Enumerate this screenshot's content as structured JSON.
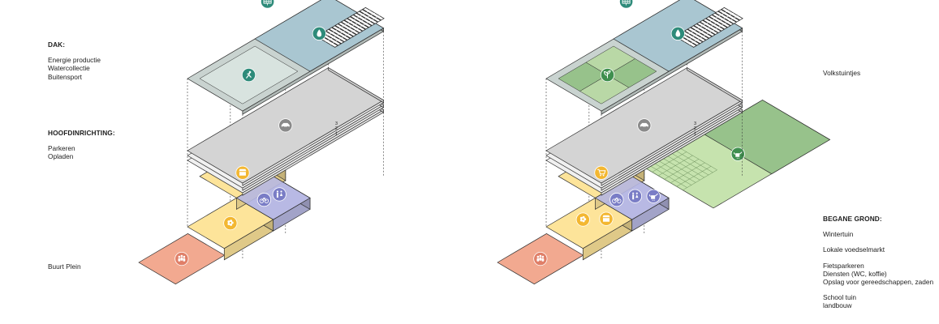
{
  "left_labels": {
    "dak": {
      "heading": "DAK:",
      "lines": [
        "Energie productie",
        "Watercollectie",
        "Buitensport"
      ]
    },
    "hoofdinrichting": {
      "heading": "HOOFDINRICHTING:",
      "lines": [
        "Parkeren",
        "Opladen"
      ]
    },
    "buurt_plein": "Buurt Plein"
  },
  "right_labels": {
    "volkstuintjes": "Volkstuintjes",
    "begane_grond": {
      "heading": "BEGANE GROND:",
      "groups": [
        [
          "Wintertuin"
        ],
        [
          "Lokale voedselmarkt"
        ],
        [
          "Fietsparkeren",
          "Diensten (WC, koffie)",
          "Opslag voor gereedschappen, zaden"
        ],
        [
          "School tuin",
          "landbouw"
        ]
      ]
    }
  },
  "level_numbers": [
    "3",
    "2",
    "1"
  ],
  "colors": {
    "plaza": "#f2a990",
    "yellow": "#fde49a",
    "purple": "#b8b9e3",
    "roof_blue": "#a9c6d1",
    "roof_grey": "#c9d3d0",
    "parking": "#d4d4d4",
    "green_light": "#c6e3ae",
    "green_dark": "#97c28b",
    "icon_teal": "#2e8b7a",
    "icon_orange": "#f3b731",
    "icon_purple": "#7a7dc6",
    "icon_salmon": "#e07f68",
    "icon_grey": "#8a8a8a",
    "icon_green": "#3f8f4f"
  },
  "icons": {
    "solar": "solar-panel-icon",
    "water": "water-drop-icon",
    "sport": "runner-icon",
    "car": "car-icon",
    "people": "people-icon",
    "bike": "bicycle-icon",
    "toilet": "toilet-icon",
    "coffee": "coffee-icon",
    "flower": "flower-icon",
    "market": "market-stall-icon",
    "cart": "shopping-cart-icon",
    "sprout": "sprout-icon",
    "watering": "watering-can-icon"
  }
}
